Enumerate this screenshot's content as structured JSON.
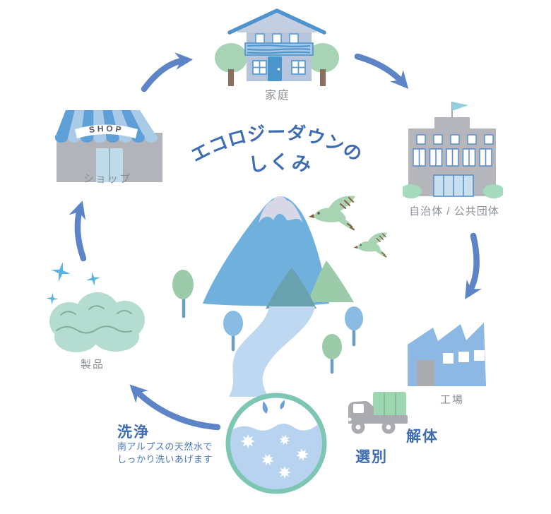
{
  "title": {
    "line1": "エコロジーダウンの",
    "line2": "しくみ"
  },
  "cycle": {
    "home": "家庭",
    "municipality": "自治体 / 公共団体",
    "factory": "工場",
    "dismantling": "解体",
    "sorting": "選別",
    "washing": "洗浄",
    "washing_note_line1": "南アルプスの天然水で",
    "washing_note_line2": "しっかり洗いあげます",
    "product": "製品",
    "shop": "ショップ"
  },
  "icons": {
    "shop_sign": "SHOP"
  },
  "colors": {
    "title_blue": "#3c6cb4",
    "arrow_blue": "#5c84c6",
    "label_gray": "#8b9096",
    "ring_green": "#7ec6b4",
    "product_mint": "#b5dcd1",
    "fuji_blue": "#6fb0dd",
    "factory_blue": "#8cb8e3",
    "cargo_green": "#9fd6b2"
  }
}
